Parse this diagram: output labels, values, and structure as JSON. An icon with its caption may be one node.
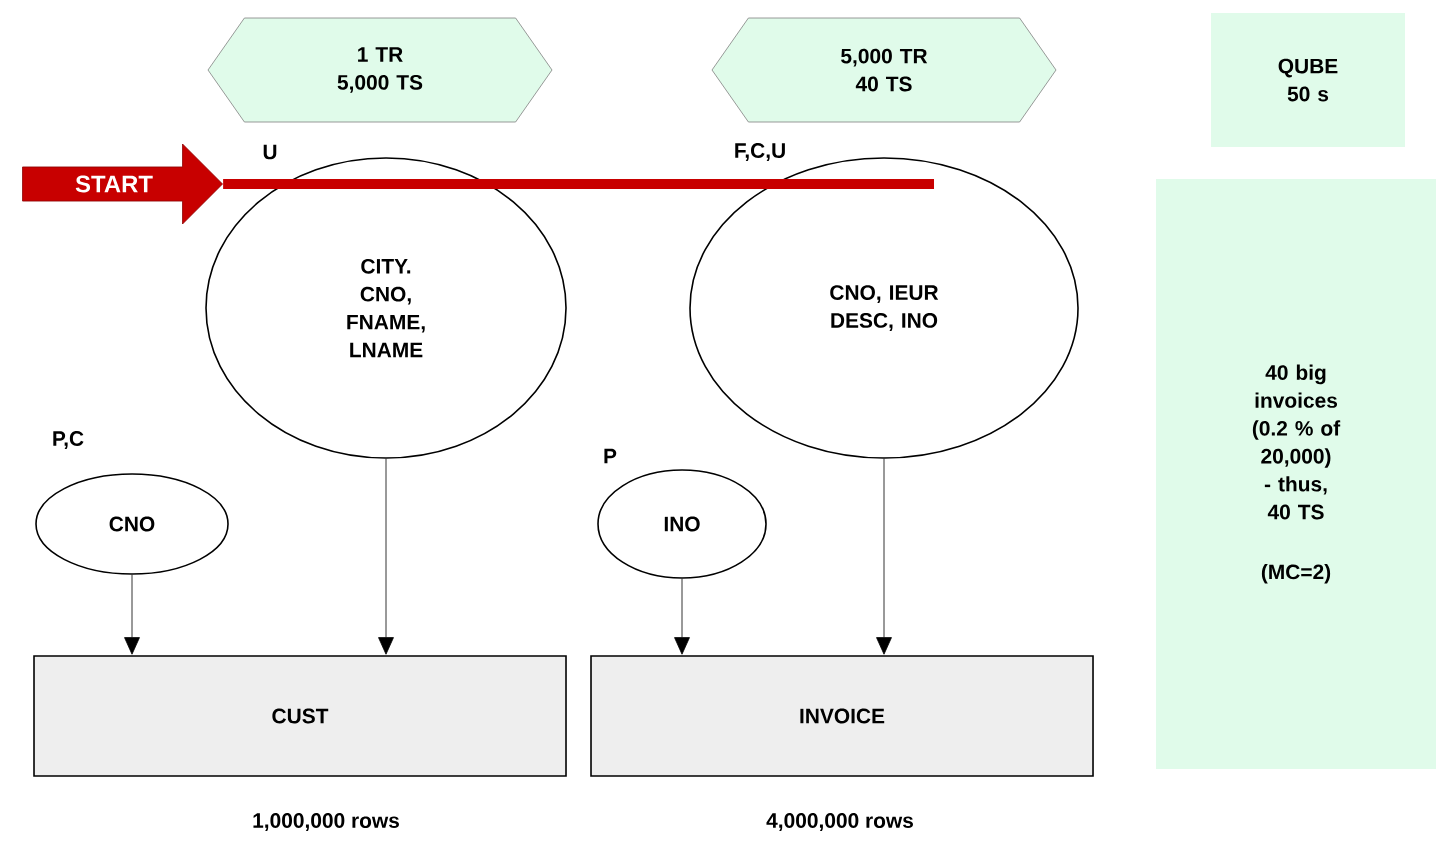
{
  "diagram": {
    "nodes": [
      {
        "text": [
          "1 TR 5,000 TS"
        ]
      },
      {
        "text": [
          "5,000 TR 40 TS"
        ]
      },
      {
        "text": [
          "QUBE 50 s"
        ]
      },
      {
        "text": [
          "START"
        ]
      },
      {
        "text": [
          "CITY. CNO, FNAME, LNAME"
        ],
        "beside": [
          "U"
        ]
      },
      {
        "text": [
          "CNO, IEUR DESC, INO"
        ],
        "beside": [
          "F,C,U"
        ]
      },
      {
        "text": [
          "40 big invoices (0.2 % of 20,000) - thus, 40 TS",
          "(MC=2)"
        ]
      },
      {
        "text": [
          "CNO"
        ],
        "beside": [
          "P,C"
        ]
      },
      {
        "text": [
          "INO"
        ],
        "beside": [
          "P"
        ]
      },
      {
        "text": [
          "CUST"
        ],
        "beside": [
          "1,000,000 rows"
        ]
      },
      {
        "text": [
          "INVOICE"
        ],
        "beside": [
          "4,000,000 rows"
        ]
      }
    ],
    "edges": [
      {
        "from": 7,
        "to": 9,
        "arrow": "to"
      },
      {
        "from": 4,
        "to": 9,
        "arrow": "to"
      },
      {
        "from": 8,
        "to": 10,
        "arrow": "to"
      },
      {
        "from": 5,
        "to": 10,
        "arrow": "to"
      },
      {
        "from": 3,
        "to": 4,
        "arrow": "none",
        "style": "thick",
        "color": "#c80000"
      },
      {
        "from": 3,
        "to": 5,
        "arrow": "none",
        "style": "thick",
        "color": "#c80000"
      }
    ]
  }
}
